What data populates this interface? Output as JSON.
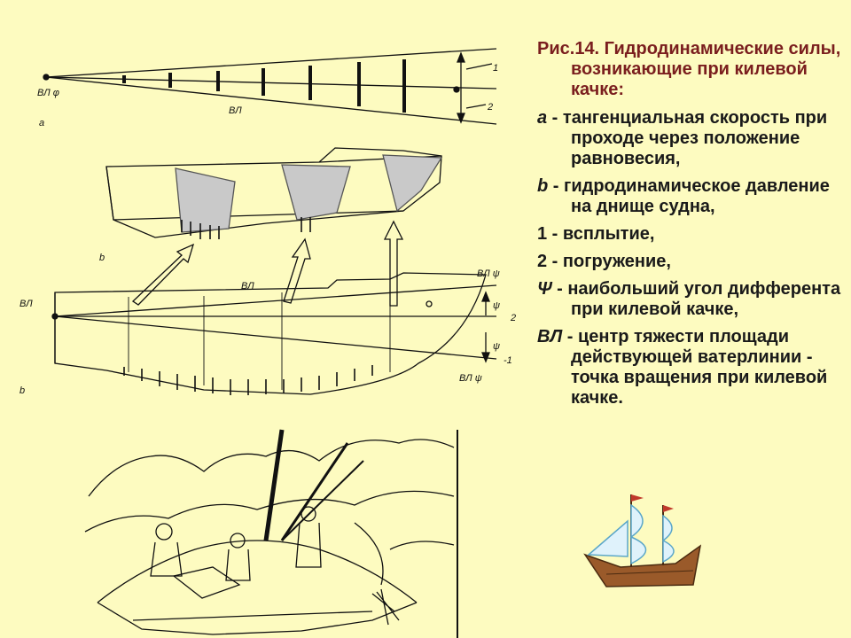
{
  "caption": {
    "title": "Рис.14. Гидродинамические силы, возникающие при килевой качке:",
    "items": [
      {
        "mark": "a",
        "text": " - тангенциальная скорость при проходе через положение равновесия,"
      },
      {
        "mark": "b",
        "text": " - гидродинамическое давление на днище судна,"
      },
      {
        "mark": "",
        "text": "1 - всплытие,"
      },
      {
        "mark": "",
        "text": "2 - погружение,"
      },
      {
        "mark": "Ψ",
        "text": " - наибольший угол дифферента при килевой качке,"
      },
      {
        "mark": "ВЛ",
        "text": " - центр тяжести площади действующей ватерлинии - точка вращения при килевой качке."
      }
    ]
  },
  "diagram": {
    "labels": {
      "vl_phi_top": "ВЛ φ",
      "vl_top": "ВЛ",
      "a": "a",
      "one_top": "1",
      "two_top": "2",
      "b_mid": "b",
      "vl_left": "ВЛ",
      "vl_center": "ВЛ",
      "vl_psi_top": "ВЛ ψ",
      "psi_upper": "ψ",
      "psi_lower": "ψ",
      "two_right": "2",
      "minus_one": "-1",
      "vl_psi_bottom": "ВЛ ψ",
      "b_bottom": "b"
    }
  },
  "colors": {
    "background": "#fdfbc0",
    "title": "#7a1e1e",
    "text": "#1a1a1a",
    "ink": "#111111"
  }
}
